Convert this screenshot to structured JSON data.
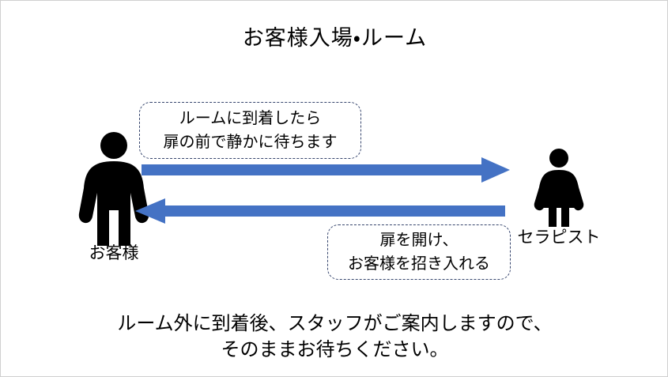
{
  "slide": {
    "title": "お客様入場・ルーム",
    "background_color": "#ffffff",
    "border_color": "#d0d0d0"
  },
  "actors": [
    {
      "id": "customer",
      "icon": "person-male-icon",
      "label": "お客様",
      "color": "#000000"
    },
    {
      "id": "therapist",
      "icon": "person-female-icon",
      "label": "セラピスト",
      "color": "#000000"
    }
  ],
  "arrows": [
    {
      "id": "forward",
      "direction": "right",
      "from": "customer",
      "to": "therapist",
      "color": "#4472C4"
    },
    {
      "id": "back",
      "direction": "left",
      "from": "therapist",
      "to": "customer",
      "color": "#4472C4"
    }
  ],
  "callouts": [
    {
      "id": "wait",
      "line1": "ルームに到着したら",
      "line2": "扉の前で静かに待ちます",
      "border_color": "#36456d",
      "border_style": "dashed"
    },
    {
      "id": "open",
      "line1": "扉を開け、",
      "line2": "お客様を招き入れる",
      "border_color": "#36456d",
      "border_style": "dashed"
    }
  ],
  "caption": {
    "line1": "ルーム外に到着後、スタッフがご案内しますので、",
    "line2": "そのままお待ちください。"
  }
}
